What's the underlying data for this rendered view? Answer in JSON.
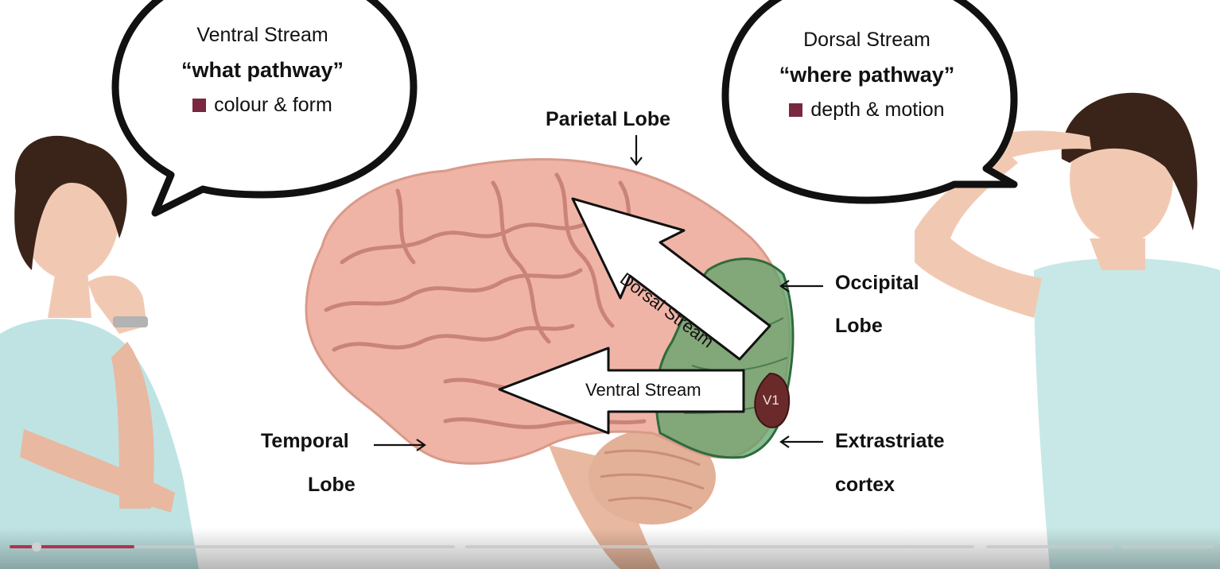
{
  "ventral_bubble": {
    "title": "Ventral Stream",
    "quote": "“what pathway”",
    "bullet": "colour & form"
  },
  "dorsal_bubble": {
    "title": "Dorsal Stream",
    "quote": "“where pathway”",
    "bullet": "depth & motion"
  },
  "labels": {
    "parietal": "Parietal Lobe",
    "occipital_1": "Occipital",
    "occipital_2": "Lobe",
    "temporal_1": "Temporal",
    "temporal_2": "Lobe",
    "extrastriate_1": "Extrastriate",
    "extrastriate_2": "cortex"
  },
  "arrows": {
    "dorsal": "Dorsal Stream",
    "ventral": "Ventral Stream",
    "v1": "V1"
  },
  "player": {
    "progress_fraction": 0.28
  },
  "colors": {
    "bullet": "#7a2840",
    "brain": "#f0b4a6",
    "occipital_overlay": "#5ea36a",
    "v1": "#6b2a2a",
    "progress": "#b0334d"
  }
}
